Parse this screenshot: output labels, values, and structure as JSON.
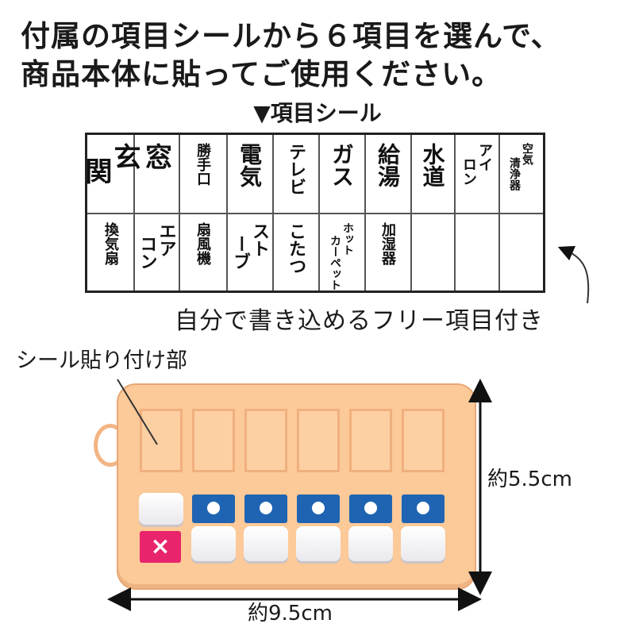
{
  "headline": {
    "line1": "付属の項目シールから６項目を選んで、",
    "line2": "商品本体に貼ってご使用ください。"
  },
  "sheet_title": "▼項目シール",
  "stickers_row1": [
    {
      "cols": [
        "玄",
        "関"
      ]
    },
    {
      "cols": [
        "窓"
      ]
    },
    {
      "cols": [
        "勝手口"
      ]
    },
    {
      "cols": [
        "電気"
      ]
    },
    {
      "cols": [
        "テレビ"
      ]
    },
    {
      "cols": [
        "ガス"
      ]
    },
    {
      "cols": [
        "給湯"
      ]
    },
    {
      "cols": [
        "水道"
      ]
    },
    {
      "cols": [
        "アイ",
        "ロン"
      ]
    },
    {
      "cols": [
        "空気",
        "清浄器"
      ]
    }
  ],
  "stickers_row2": [
    {
      "cols": [
        "換気扇"
      ]
    },
    {
      "cols": [
        "エア",
        "コン"
      ]
    },
    {
      "cols": [
        "扇風機"
      ]
    },
    {
      "cols": [
        "スト",
        "ーブ"
      ]
    },
    {
      "cols": [
        "こたつ"
      ]
    },
    {
      "cols": [
        "ホット",
        "カーペット"
      ]
    },
    {
      "cols": [
        "加湿器"
      ]
    },
    {
      "cols": []
    },
    {
      "cols": []
    },
    {
      "cols": []
    }
  ],
  "free_note": "自分で書き込めるフリー項目付き",
  "seal_area_label": "シール貼り付け部",
  "dimension_height": "約5.5cm",
  "dimension_width": "約9.5cm",
  "device": {
    "reset_button_symbol": "×",
    "slot_count": 6,
    "colors": {
      "body": "#fcc998",
      "button_blue": "#1f64b3",
      "button_pink": "#e8246c"
    }
  }
}
